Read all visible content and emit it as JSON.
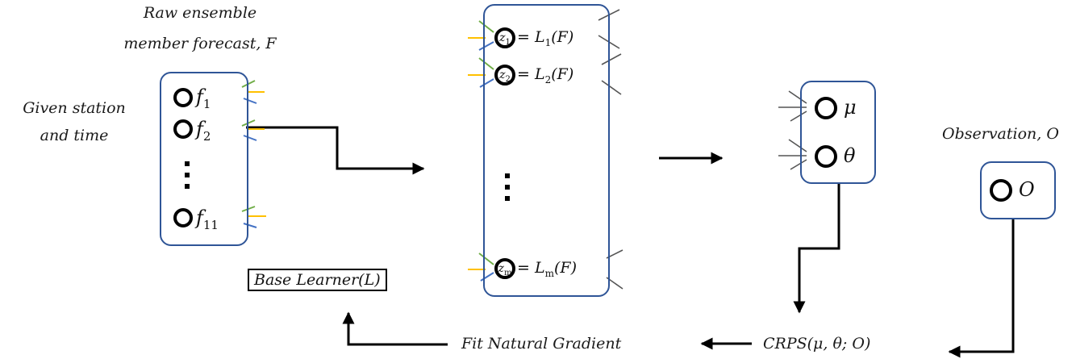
{
  "labels": {
    "raw_ensemble_line1": "Raw ensemble",
    "raw_ensemble_line2": "member forecast, F",
    "given_line1": "Given station",
    "given_line2": "and time",
    "observation_title": "Observation, O",
    "base_learner": "Base Learner(L)",
    "fit_gradient": "Fit Natural Gradient",
    "crps": "CRPS(μ, θ;   O)"
  },
  "input_layer": {
    "nodes": [
      {
        "symbol": "f",
        "subscript": "1"
      },
      {
        "symbol": "f",
        "subscript": "2"
      },
      {
        "symbol": "f",
        "subscript": "11"
      }
    ],
    "ellipsis": "⋮"
  },
  "learner_layer": {
    "nodes": [
      {
        "symbol": "z",
        "subscript": "1",
        "lhs": "L",
        "lhs_sub": "1",
        "rhs": "(F)"
      },
      {
        "symbol": "z",
        "subscript": "2",
        "lhs": "L",
        "lhs_sub": "2",
        "rhs": "(F)"
      },
      {
        "symbol": "z",
        "subscript": "m",
        "lhs": "L",
        "lhs_sub": "m",
        "rhs": "(F)"
      }
    ],
    "equals": "="
  },
  "output_layer": {
    "nodes": [
      {
        "symbol": "μ"
      },
      {
        "symbol": "θ"
      }
    ]
  },
  "observation_node": {
    "symbol": "O"
  },
  "colors": {
    "box_border": "#2f5597",
    "edge_green": "#70ad47",
    "edge_yellow": "#ffc000",
    "edge_blue": "#4472c4",
    "edge_gray": "#555555",
    "arrow": "#000000"
  }
}
